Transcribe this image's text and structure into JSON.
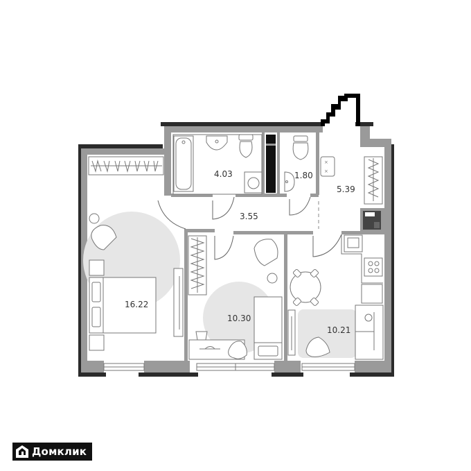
{
  "plan": {
    "type": "apartment-floor-plan",
    "rooms": [
      {
        "id": "bedroom",
        "area": "16.22"
      },
      {
        "id": "bathroom",
        "area": "4.03"
      },
      {
        "id": "toilet",
        "area": "1.80"
      },
      {
        "id": "hallway-entry",
        "area": "5.39"
      },
      {
        "id": "corridor",
        "area": "3.55"
      },
      {
        "id": "bedroom-2",
        "area": "10.30"
      },
      {
        "id": "kitchen",
        "area": "10.21"
      }
    ]
  },
  "brand": {
    "name": "Домклик"
  },
  "colors": {
    "wall": "#9a9a9a",
    "wall_outer": "#2b2b2b",
    "zone": "#e6e6e6",
    "fixture_stroke": "#777777"
  }
}
